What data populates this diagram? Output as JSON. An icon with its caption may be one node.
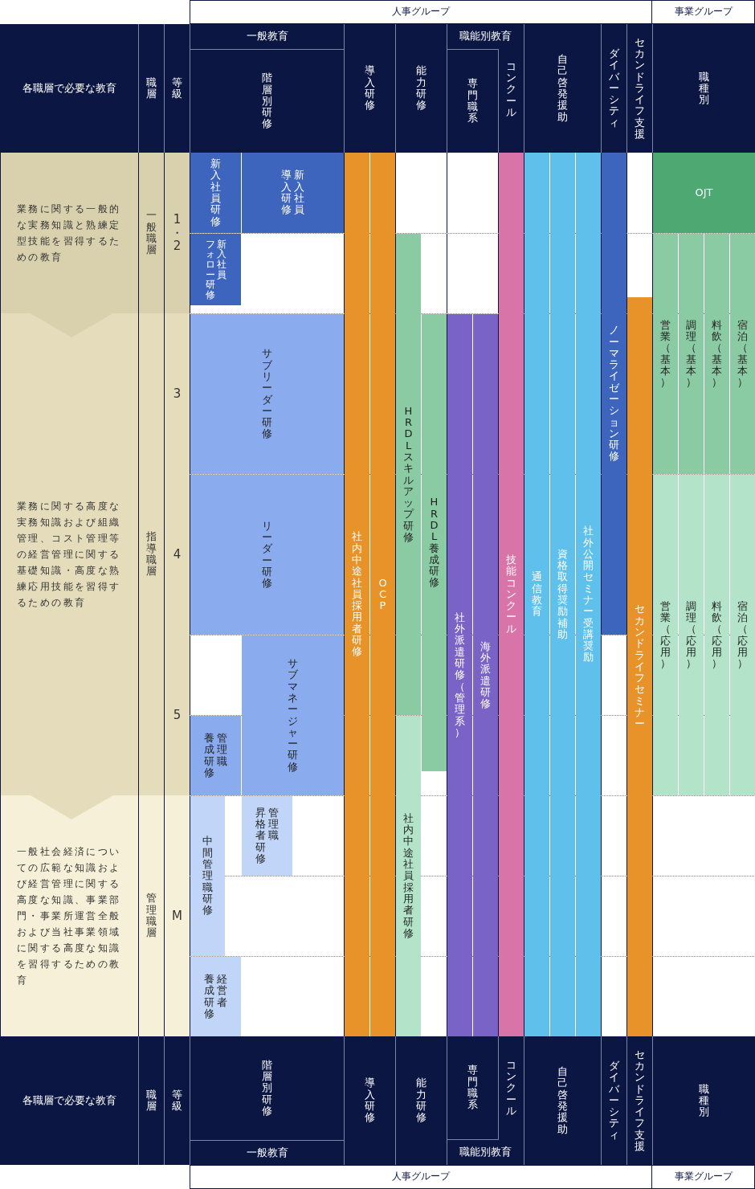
{
  "diagram": {
    "nodes": [
      {
        "text": [
          "人事グループ"
        ]
      },
      {
        "text": [
          "事業グループ"
        ]
      },
      {
        "text": [
          "各職層で必要な教育"
        ]
      },
      {
        "text": [
          "職層"
        ]
      },
      {
        "text": [
          "等級"
        ]
      },
      {
        "text": [
          "一般教育"
        ]
      },
      {
        "text": [
          "階層別研修"
        ]
      },
      {
        "text": [
          "導入研修"
        ]
      },
      {
        "text": [
          "能力研修"
        ]
      },
      {
        "text": [
          "職能別教育"
        ]
      },
      {
        "text": [
          "専門職系"
        ]
      },
      {
        "text": [
          "コンクール"
        ]
      },
      {
        "text": [
          "自己啓発援助"
        ]
      },
      {
        "text": [
          "ダイバーシティ"
        ]
      },
      {
        "text": [
          "セカンドライフ支援"
        ]
      },
      {
        "text": [
          "職種別"
        ]
      },
      {
        "text": [
          "業務に関する一般的な実務知識と熟練定型技能を習得するための教育"
        ]
      },
      {
        "text": [
          "一般職層"
        ]
      },
      {
        "text": [
          "1・2"
        ]
      },
      {
        "text": [
          "新入社員研修"
        ]
      },
      {
        "text": [
          "新入社員導入研修"
        ]
      },
      {
        "text": [
          "社内中途社員採用者研修"
        ]
      },
      {
        "text": [
          "OCP"
        ]
      },
      {
        "text": [
          "技能コンクール"
        ]
      },
      {
        "text": [
          "通信教育"
        ]
      },
      {
        "text": [
          "資格取得奨励補助"
        ]
      },
      {
        "text": [
          "社外公開セミナー受講奨励"
        ]
      },
      {
        "text": [
          "ノーマライゼーション研修"
        ]
      },
      {
        "text": [
          "OJT"
        ]
      },
      {
        "text": [
          "新入社員フォロー研修"
        ]
      },
      {
        "text": [
          "HRDLスキルアップ研修"
        ]
      },
      {
        "text": [
          "営業（基本）"
        ]
      },
      {
        "text": [
          "調理（基本）"
        ]
      },
      {
        "text": [
          "料飲（基本）"
        ]
      },
      {
        "text": [
          "宿泊（基本）"
        ]
      },
      {
        "text": [
          "セカンドライフセミナー"
        ]
      },
      {
        "text": [
          "業務に関する高度な実務知識および組織管理、コスト管理等の経営管理に関する基礎知識・高度な熟練応用技能を習得するための教育"
        ]
      },
      {
        "text": [
          "指導職層"
        ]
      },
      {
        "text": [
          "3"
        ]
      },
      {
        "text": [
          "サブリーダー研修"
        ]
      },
      {
        "text": [
          "HRDL養成研修"
        ]
      },
      {
        "text": [
          "社外派遣研修（管理系）"
        ]
      },
      {
        "text": [
          "海外派遣研修"
        ]
      },
      {
        "text": [
          "4"
        ]
      },
      {
        "text": [
          "リーダー研修"
        ]
      },
      {
        "text": [
          "営業（応用）"
        ]
      },
      {
        "text": [
          "調理（応用）"
        ]
      },
      {
        "text": [
          "料飲（応用）"
        ]
      },
      {
        "text": [
          "宿泊（応用）"
        ]
      },
      {
        "text": [
          "5"
        ]
      },
      {
        "text": [
          "サブマネージャー研修"
        ]
      },
      {
        "text": [
          "管理職養成研修"
        ]
      },
      {
        "text": [
          "社内中途社員採用者研修"
        ]
      },
      {
        "text": [
          "一般社会経済についての広範な知識および経営管理に関する高度な知識、事業部門・事業所運営全般および当社事業領域に関する高度な知識を習得するための教育"
        ]
      },
      {
        "text": [
          "管理職層"
        ]
      },
      {
        "text": [
          "M"
        ]
      },
      {
        "text": [
          "中間管理職研修"
        ]
      },
      {
        "text": [
          "管理職昇格者研修"
        ]
      },
      {
        "text": [
          "経営者養成研修"
        ]
      },
      {
        "text": [
          "各職層で必要な教育"
        ]
      },
      {
        "text": [
          "職層"
        ]
      },
      {
        "text": [
          "等級"
        ]
      },
      {
        "text": [
          "階層別研修"
        ]
      },
      {
        "text": [
          "一般教育"
        ]
      },
      {
        "text": [
          "導入研修"
        ]
      },
      {
        "text": [
          "能力研修"
        ]
      },
      {
        "text": [
          "専門職系"
        ]
      },
      {
        "text": [
          "コンクール"
        ]
      },
      {
        "text": [
          "職能別教育"
        ]
      },
      {
        "text": [
          "自己啓発援助"
        ]
      },
      {
        "text": [
          "ダイバーシティ"
        ]
      },
      {
        "text": [
          "セカンドライフ支援"
        ]
      },
      {
        "text": [
          "職種別"
        ]
      },
      {
        "text": [
          "人事グループ"
        ]
      },
      {
        "text": [
          "事業グループ"
        ]
      }
    ]
  }
}
